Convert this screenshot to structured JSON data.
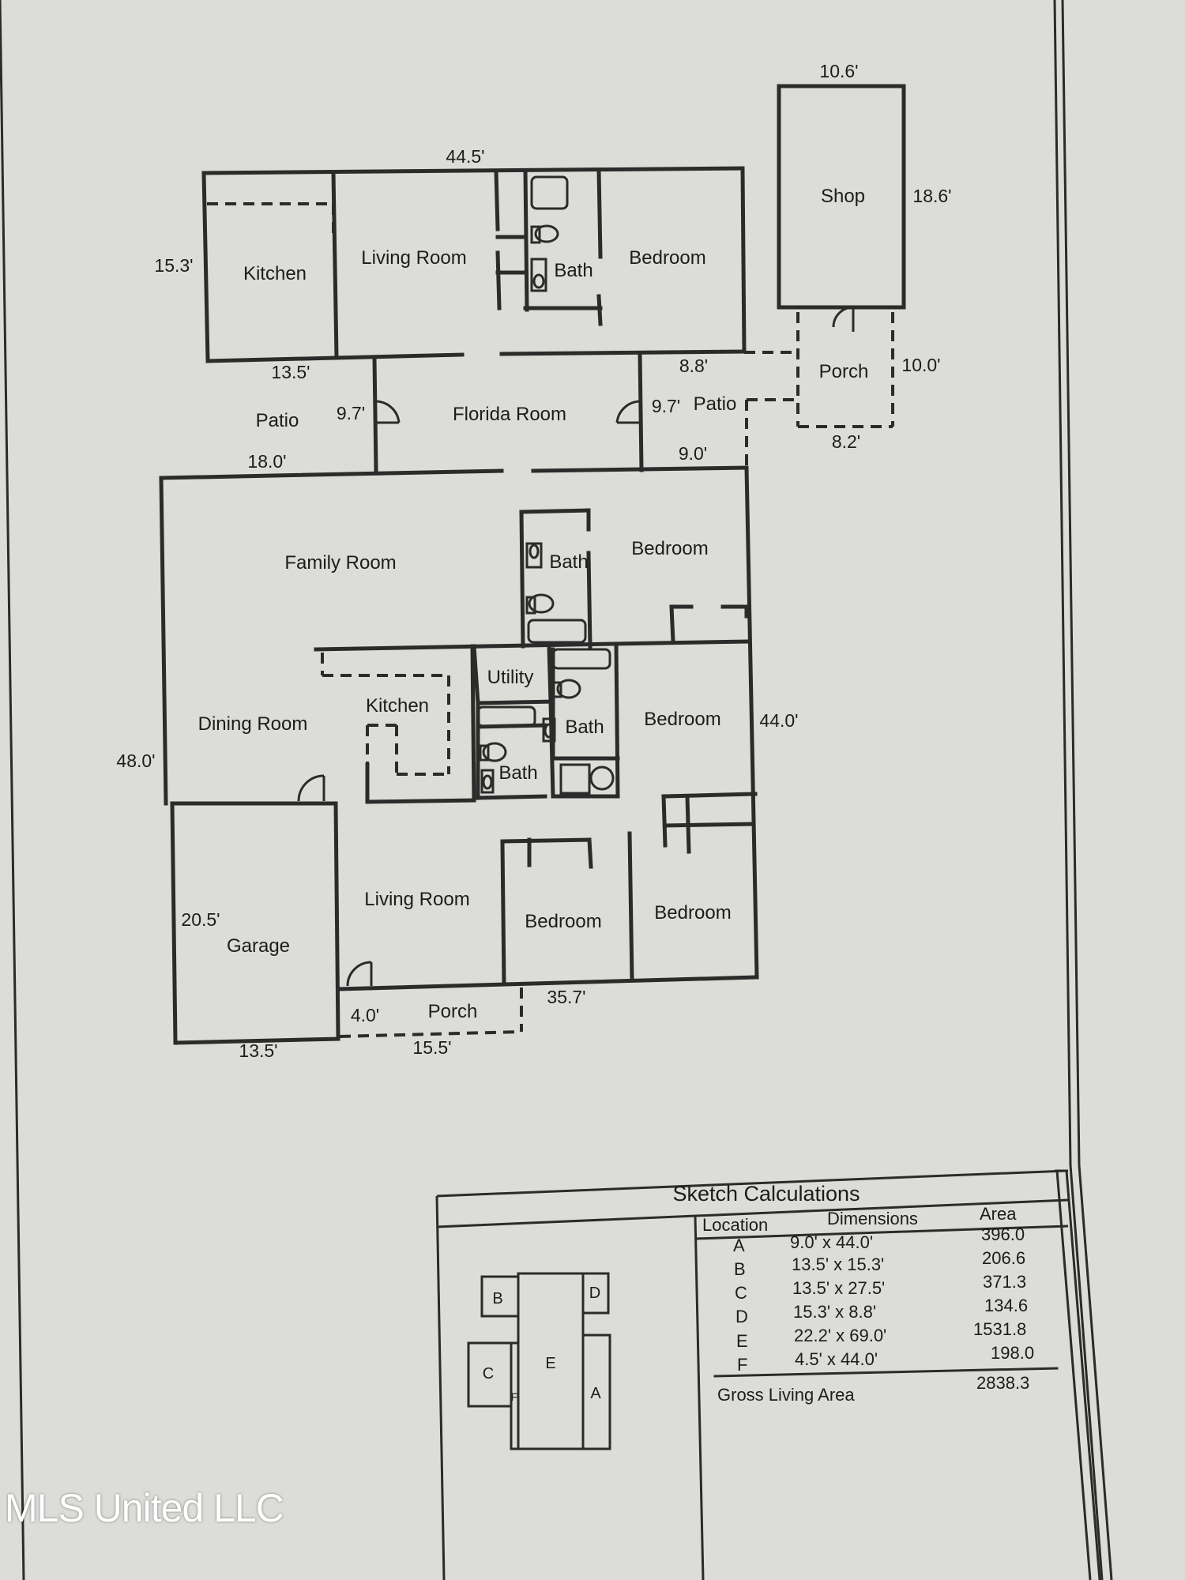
{
  "rooms": {
    "kitchen_top": "Kitchen",
    "living_top": "Living Room",
    "bath_top": "Bath",
    "bedroom_top": "Bedroom",
    "shop": "Shop",
    "porch_right": "Porch",
    "patio_left": "Patio",
    "florida": "Florida Room",
    "patio_right": "Patio",
    "family": "Family Room",
    "bath_mid": "Bath",
    "bedroom_mid": "Bedroom",
    "utility": "Utility",
    "kitchen_main": "Kitchen",
    "dining": "Dining Room",
    "bath_c": "Bath",
    "bath_d": "Bath",
    "bedroom_44": "Bedroom",
    "living_main": "Living Room",
    "garage": "Garage",
    "bedroom_b1": "Bedroom",
    "bedroom_b2": "Bedroom",
    "porch_front": "Porch"
  },
  "dimensions": {
    "d_44_5": "44.5'",
    "d_15_3": "15.3'",
    "d_13_5_top": "13.5'",
    "d_10_6": "10.6'",
    "d_18_6": "18.6'",
    "d_8_8": "8.8'",
    "d_10_0": "10.0'",
    "d_8_2": "8.2'",
    "d_9_7_left": "9.7'",
    "d_9_7_right": "9.7'",
    "d_18_0": "18.0'",
    "d_9_0": "9.0'",
    "d_44_0": "44.0'",
    "d_48_0": "48.0'",
    "d_20_5": "20.5'",
    "d_13_5_bottom": "13.5'",
    "d_4_0": "4.0'",
    "d_15_5": "15.5'",
    "d_35_7": "35.7'"
  },
  "calculations": {
    "title": "Sketch Calculations",
    "col_location": "Location",
    "col_dimensions": "Dimensions",
    "col_area": "Area",
    "rows": [
      {
        "location": "A",
        "dimensions": "9.0' x 44.0'",
        "area": "396.0"
      },
      {
        "location": "B",
        "dimensions": "13.5' x 15.3'",
        "area": "206.6"
      },
      {
        "location": "C",
        "dimensions": "13.5' x 27.5'",
        "area": "371.3"
      },
      {
        "location": "D",
        "dimensions": "15.3' x 8.8'",
        "area": "134.6"
      },
      {
        "location": "E",
        "dimensions": "22.2' x 69.0'",
        "area": "1531.8"
      },
      {
        "location": "F",
        "dimensions": "4.5' x 44.0'",
        "area": "198.0"
      }
    ],
    "total_label": "Gross Living Area",
    "total_value": "2838.3"
  },
  "mini_labels": {
    "a": "A",
    "b": "B",
    "c": "C",
    "d": "D",
    "e": "E",
    "f": "F"
  },
  "watermark": "MLS United LLC"
}
